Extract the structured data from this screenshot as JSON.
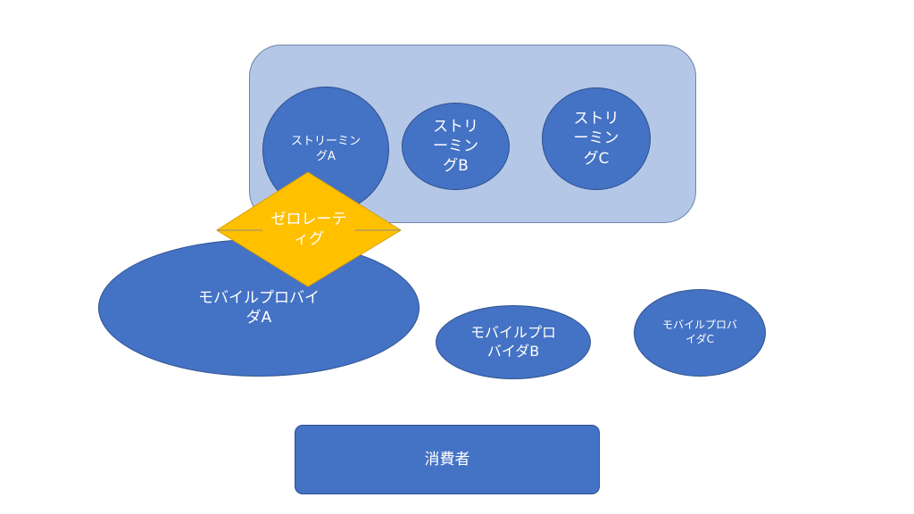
{
  "streaming_group": {
    "stream_a": "ストリーミングA",
    "stream_b": "ストリーミングB",
    "stream_c": "ストリーミングC"
  },
  "zero_rating": "ゼロレーティグ",
  "mobile_providers": {
    "a": "モバイルプロバイダA",
    "b": "モバイルプロバイダB",
    "c": "モバイルプロバイダC"
  },
  "consumer": "消費者",
  "colors": {
    "container_fill": "#b4c7e7",
    "shape_fill": "#4472c4",
    "diamond_fill": "#ffc000",
    "text": "#ffffff"
  }
}
